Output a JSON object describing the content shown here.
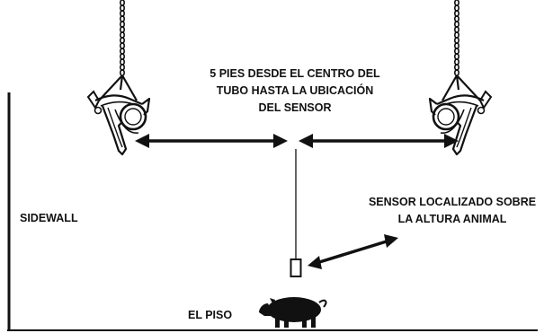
{
  "labels": {
    "distance_line1": "5 PIES DESDE EL CENTRO DEL",
    "distance_line2": "TUBO HASTA LA UBICACIÓN",
    "distance_line3": "DEL SENSOR",
    "sensor_line1": "SENSOR LOCALIZADO SOBRE",
    "sensor_line2": "LA ALTURA ANIMAL",
    "sidewall": "SIDEWALL",
    "floor": "EL PISO"
  },
  "colors": {
    "ink": "#111111",
    "background": "#ffffff"
  },
  "icons": [
    "chain-icon",
    "heater-pan-icon",
    "double-arrow-icon",
    "sensor-icon",
    "pig-icon"
  ]
}
